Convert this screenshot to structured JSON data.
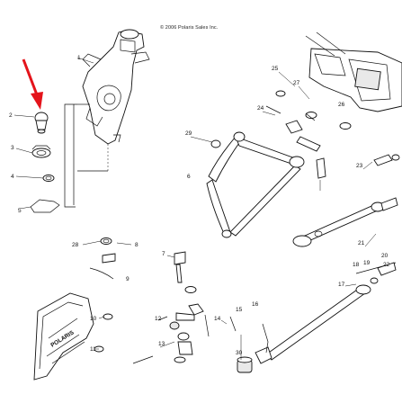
{
  "copyright": "© 2006 Polaris Sales Inc.",
  "callouts": [
    "1",
    "2",
    "3",
    "4",
    "5",
    "6",
    "7",
    "8",
    "9",
    "10",
    "11",
    "12",
    "13",
    "14",
    "15",
    "16",
    "17",
    "18",
    "19",
    "20",
    "21",
    "22",
    "23",
    "24",
    "25",
    "26",
    "27",
    "28",
    "29",
    "30"
  ],
  "logo_text": "POLARIS",
  "colors": {
    "line": "#111111",
    "arrow": "#e4141b",
    "shade": "#e9e9e9"
  },
  "icons": [
    "pointer-arrow-icon"
  ]
}
